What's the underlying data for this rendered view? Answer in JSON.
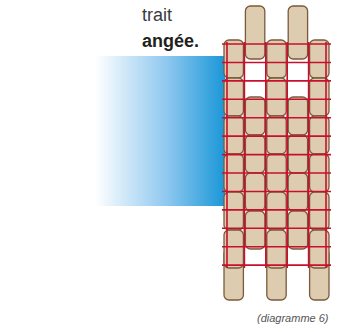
{
  "diagram": {
    "caption": "(diagramme 6)",
    "labels": [
      "trait",
      "angée."
    ]
  }
}
